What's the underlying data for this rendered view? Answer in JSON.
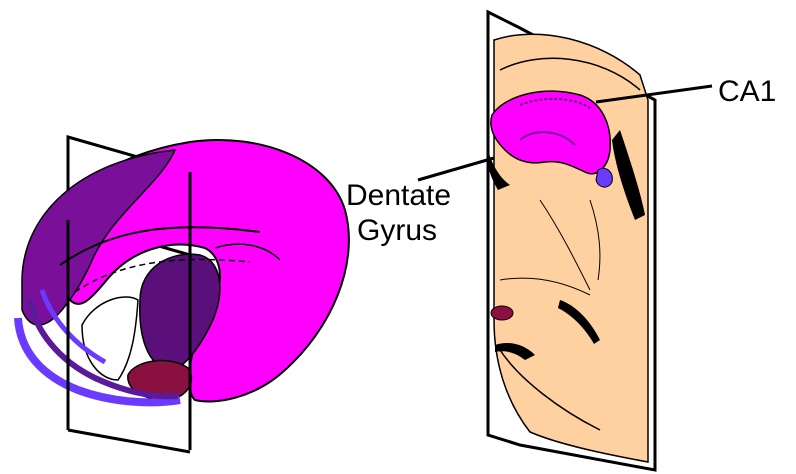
{
  "labels": {
    "ca1": "CA1",
    "dentate_line1": "Dentate",
    "dentate_line2": "Gyrus"
  },
  "colors": {
    "background": "#ffffff",
    "hippocampus_magenta": "#ff00ff",
    "dark_purple": "#7a0f9a",
    "deep_purple": "#5a0f7a",
    "violet": "#6a3aff",
    "maroon": "#8a1040",
    "tissue_peach": "#ffd0a0",
    "outline": "#000000"
  },
  "icons": {
    "left_figure": "hippocampus-3d-with-slice-plane",
    "right_figure": "coronal-brain-slice"
  }
}
